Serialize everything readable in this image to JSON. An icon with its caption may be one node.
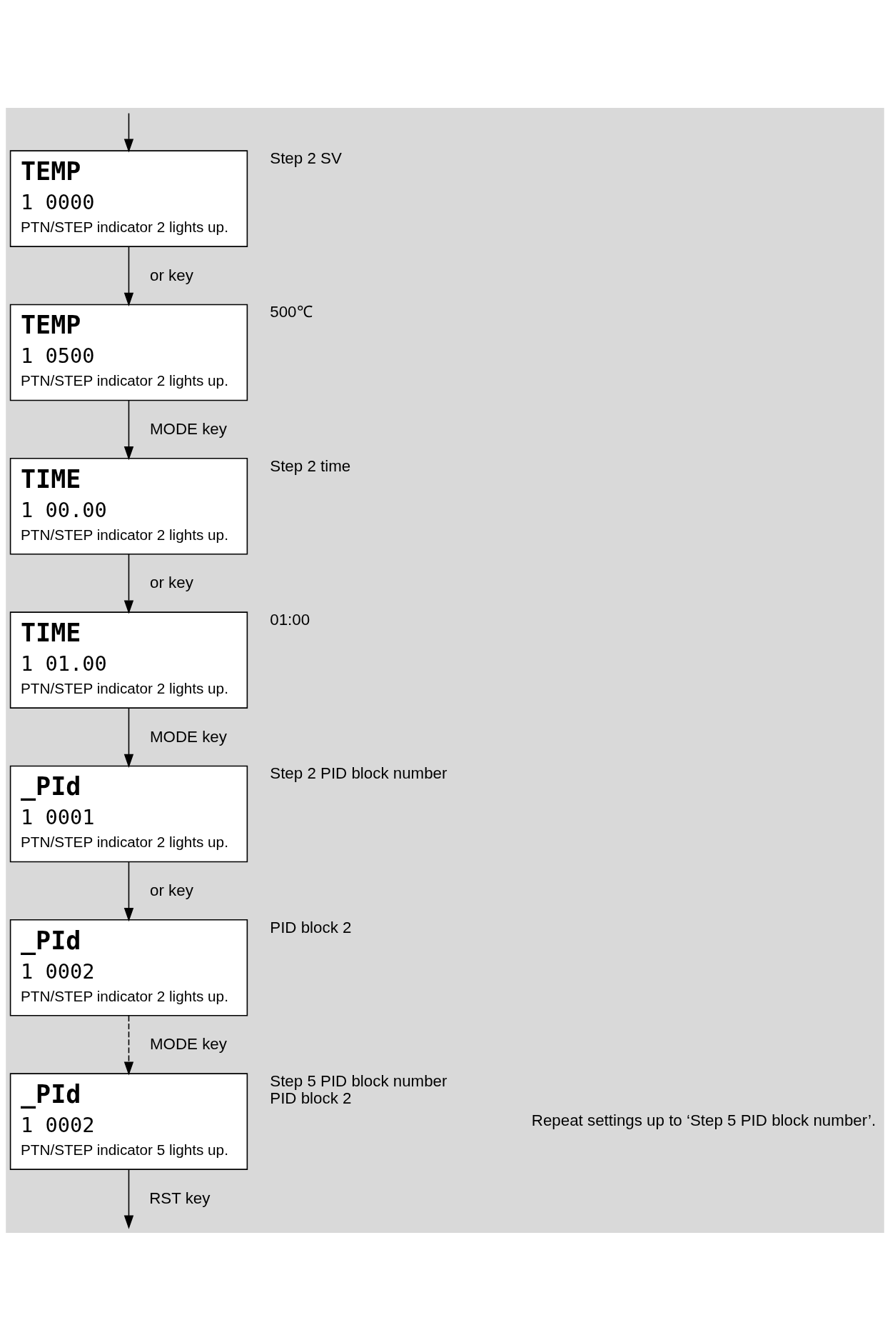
{
  "diagram": {
    "nodes": [
      {
        "text": [
          "TEMP",
          "1 0000",
          "PTN/STEP indicator 2 lights up."
        ],
        "beside": [
          "Step 2 SV"
        ]
      },
      {
        "text": [
          "TEMP",
          "1 0500",
          "PTN/STEP indicator 2 lights up."
        ],
        "beside": [
          "500℃"
        ]
      },
      {
        "text": [
          "TIME",
          "1 00.00",
          "PTN/STEP indicator 2 lights up."
        ],
        "beside": [
          "Step 2 time"
        ]
      },
      {
        "text": [
          "TIME",
          "1 01.00",
          "PTN/STEP indicator 2 lights up."
        ],
        "beside": [
          "01:00"
        ]
      },
      {
        "text": [
          "_PId",
          "1 0001",
          "PTN/STEP indicator 2 lights up."
        ],
        "beside": [
          "Step 2 PID block number"
        ]
      },
      {
        "text": [
          "_PId",
          "1 0002",
          "PTN/STEP indicator 2 lights up."
        ],
        "beside": [
          "PID block 2"
        ]
      },
      {
        "text": [
          "_PId",
          "1 0002",
          "PTN/STEP indicator 5 lights up."
        ],
        "beside": [
          "Step 5 PID block number",
          "PID block 2"
        ]
      }
    ],
    "edges": [
      {
        "from": null,
        "to": 0,
        "arrow": "to"
      },
      {
        "from": 0,
        "to": 1,
        "arrow": "to",
        "label": "or key"
      },
      {
        "from": 1,
        "to": 2,
        "arrow": "to",
        "label": "MODE key"
      },
      {
        "from": 2,
        "to": 3,
        "arrow": "to",
        "label": "or key"
      },
      {
        "from": 3,
        "to": 4,
        "arrow": "to",
        "label": "MODE key"
      },
      {
        "from": 4,
        "to": 5,
        "arrow": "to",
        "label": "or key"
      },
      {
        "from": 5,
        "to": 6,
        "arrow": "to",
        "label": "MODE key",
        "style": "dashed"
      },
      {
        "from": 6,
        "to": null,
        "arrow": "to",
        "label": "RST key"
      }
    ],
    "labels": [
      "Repeat settings up to ‘Step 5 PID block number’."
    ]
  }
}
